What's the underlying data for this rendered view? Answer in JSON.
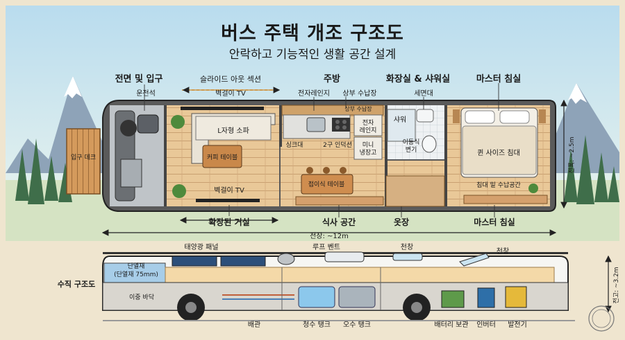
{
  "title": "버스 주택 개조 구조도",
  "subtitle": "안락하고 기능적인 생활 공간 설계",
  "sections": {
    "front_entry": "전면 및 입구",
    "slide_out": "슬라이드 아웃 섹션",
    "kitchen": "주방",
    "bath_shower": "화장실 & 샤워실",
    "master_top": "마스터 침실",
    "living": "확장된 거실",
    "dining": "식사 공간",
    "closet": "옷장",
    "master_bottom": "마스터 침실",
    "side_view": "수직 구조도"
  },
  "labels": {
    "driver_seat": "운전석",
    "tv_top": "벽걸이 TV",
    "microwave": "전자레인지",
    "upper_storage": "상부 수납장",
    "vanity": "세면대",
    "entry_deck": "입구 데크",
    "sofa": "L자형 소파",
    "coffee_table": "커피 테이블",
    "sink": "싱크대",
    "induction": "2구 인덕션",
    "oven": "전자\n레인지",
    "mini_fridge": "미니\n냉장고",
    "shower": "샤워",
    "toilet": "이동식\n변기",
    "queen_bed": "퀸 사이즈 침대",
    "under_bed": "침대 밑 수납공간",
    "tv_bottom": "벽걸이 TV",
    "folding_table": "접이식 테이블",
    "width_dim": "전폭: ~2.5m",
    "length_dim": "전장: ~12m",
    "height_dim": "전고: ~3.2m",
    "solar": "태양광 패널",
    "roof_vent": "루프 벤트",
    "skylight1": "천창",
    "skylight2": "천창",
    "insulation": "단열재\n(단열재 75mm)",
    "double_floor": "이중 바닥",
    "piping": "배관",
    "fresh_tank": "청수 탱크",
    "grey_tank": "오수 탱크",
    "battery": "배터리 보관",
    "inverter": "인버터",
    "generator": "발전기"
  },
  "colors": {
    "sky": "#cfe6f2",
    "floor": "#e7c595",
    "wall": "#4a4a4a",
    "accent": "#d9a441"
  }
}
